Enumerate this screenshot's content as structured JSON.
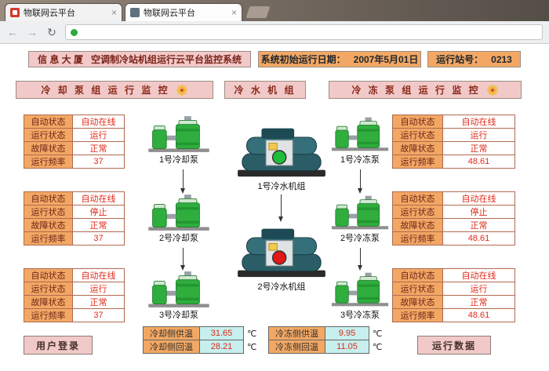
{
  "browser": {
    "tabs": [
      {
        "title": "物联网云平台"
      },
      {
        "title": "物联网云平台"
      }
    ],
    "back_icon": "←",
    "forward_icon": "→",
    "refresh_icon": "↻",
    "close_icon": "×"
  },
  "header": {
    "building": "信 息 大 厦",
    "system_title": "空调制冷站机组运行云平台监控系统",
    "date_label": "系统初始运行日期：",
    "date_value": "2007年5月01日",
    "station_label": "运行站号：",
    "station_value": "0213"
  },
  "sections": {
    "cooling_pumps_title": "冷 却 泵 组 运 行 监 控",
    "chillers_title": "冷 水 机 组",
    "chilled_pumps_title": "冷 冻 泵 组 运 行 监 控"
  },
  "cooling_pump_tables": [
    {
      "rows": [
        {
          "label": "自动状态",
          "value": "自动在线"
        },
        {
          "label": "运行状态",
          "value": "运行"
        },
        {
          "label": "故障状态",
          "value": "正常"
        },
        {
          "label": "运行频率",
          "value": "37"
        }
      ]
    },
    {
      "rows": [
        {
          "label": "自动状态",
          "value": "自动在线"
        },
        {
          "label": "运行状态",
          "value": "停止"
        },
        {
          "label": "故障状态",
          "value": "正常"
        },
        {
          "label": "运行频率",
          "value": "37"
        }
      ]
    },
    {
      "rows": [
        {
          "label": "自动状态",
          "value": "自动在线"
        },
        {
          "label": "运行状态",
          "value": "运行"
        },
        {
          "label": "故障状态",
          "value": "正常"
        },
        {
          "label": "运行频率",
          "value": "37"
        }
      ]
    }
  ],
  "chilled_pump_tables": [
    {
      "rows": [
        {
          "label": "自动状态",
          "value": "自动在线"
        },
        {
          "label": "运行状态",
          "value": "运行"
        },
        {
          "label": "故障状态",
          "value": "正常"
        },
        {
          "label": "运行频率",
          "value": "48.61"
        }
      ]
    },
    {
      "rows": [
        {
          "label": "自动状态",
          "value": "自动在线"
        },
        {
          "label": "运行状态",
          "value": "停止"
        },
        {
          "label": "故障状态",
          "value": "正常"
        },
        {
          "label": "运行频率",
          "value": "48.61"
        }
      ]
    },
    {
      "rows": [
        {
          "label": "自动状态",
          "value": "自动在线"
        },
        {
          "label": "运行状态",
          "value": "运行"
        },
        {
          "label": "故障状态",
          "value": "正常"
        },
        {
          "label": "运行频率",
          "value": "48.61"
        }
      ]
    }
  ],
  "cooling_pumps": [
    {
      "label": "1号冷却泵"
    },
    {
      "label": "2号冷却泵"
    },
    {
      "label": "3号冷却泵"
    }
  ],
  "chilled_pumps": [
    {
      "label": "1号冷冻泵"
    },
    {
      "label": "2号冷冻泵"
    },
    {
      "label": "3号冷冻泵"
    }
  ],
  "chillers": [
    {
      "label": "1号冷水机组",
      "indicator_color": "#1fbe3a"
    },
    {
      "label": "2号冷水机组",
      "indicator_color": "#e01818"
    }
  ],
  "temperatures": {
    "cooling": [
      {
        "label": "冷却侧供温",
        "value": "31.65",
        "unit": "℃"
      },
      {
        "label": "冷却侧回温",
        "value": "28.21",
        "unit": "℃"
      }
    ],
    "chilled": [
      {
        "label": "冷冻侧供温",
        "value": "9.95",
        "unit": "℃"
      },
      {
        "label": "冷冻侧回温",
        "value": "11.05",
        "unit": "℃"
      }
    ]
  },
  "buttons": {
    "login": "用户登录",
    "run_data": "运行数据"
  },
  "colors": {
    "header_pink": "#f2c9c9",
    "cell_orange": "#f2a864",
    "value_red": "#e02a1a",
    "temp_cyan": "#c6efee",
    "pump_green": "#2fae3e",
    "indicator_on": "#1fbe3a",
    "indicator_off": "#e01818"
  }
}
